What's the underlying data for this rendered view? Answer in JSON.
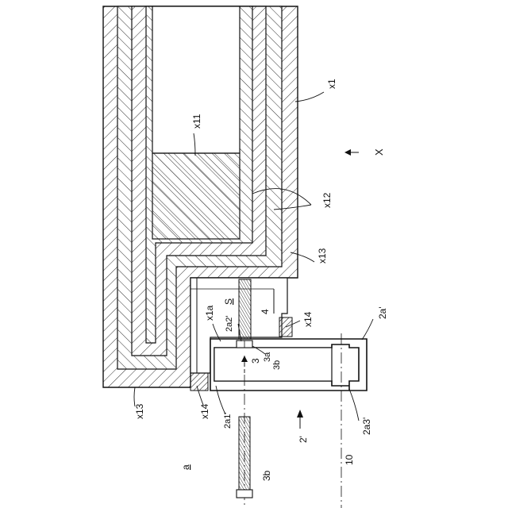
{
  "figure": {
    "labels": {
      "x1": "x1",
      "x11": "x11",
      "x12": "x12",
      "x13_right": "x13",
      "x13_left": "x13",
      "X": "X",
      "x14_right": "x14",
      "x14_left": "x14",
      "x1a": "x1a",
      "S": "S",
      "label_4": "4",
      "label_2a2": "2a2'",
      "label_3": "3",
      "label_3a": "3a",
      "label_3b_upper": "3b",
      "label_2a": "2a'",
      "label_2a1": "2a1'",
      "label_2": "2'",
      "label_2a3": "2a3'",
      "label_10": "10",
      "label_a": "a",
      "label_3b_lower": "3b"
    }
  }
}
